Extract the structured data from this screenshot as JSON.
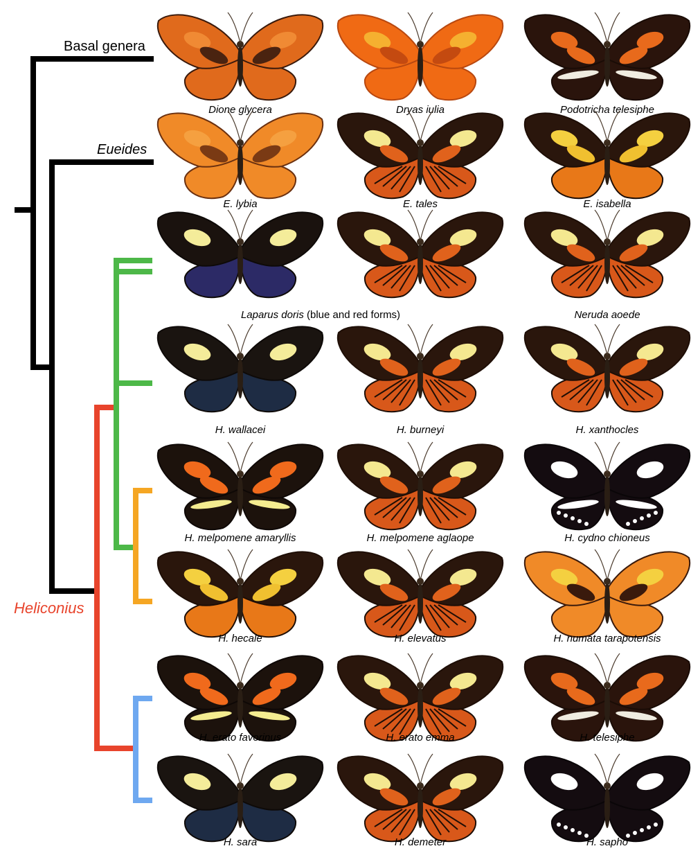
{
  "clade_labels": {
    "basal": "Basal genera",
    "eueides": "Eueides",
    "heliconius": "Heliconius"
  },
  "colors": {
    "black_clade": "#000000",
    "heliconius_red": "#e8442c",
    "green_clade": "#4db848",
    "orange_clade": "#f5a623",
    "blue_clade": "#6ea8f0"
  },
  "butterflies": [
    {
      "name": "Dione glycera",
      "pattern": "tiger-orange"
    },
    {
      "name": "Dryas iulia",
      "pattern": "plain-orange"
    },
    {
      "name": "Podotricha telesiphe",
      "pattern": "orange-bands-white-hind"
    },
    {
      "name": "E. lybia",
      "pattern": "orange-bands"
    },
    {
      "name": "E. tales",
      "pattern": "rayed-yellow"
    },
    {
      "name": "E. isabella",
      "pattern": "tiger-yellow"
    },
    {
      "name": "Laparus doris",
      "suffix": " (blue and red forms)",
      "pattern": "blue-hind-yellow"
    },
    {
      "name": "",
      "pattern": "rayed-yellow"
    },
    {
      "name": "Neruda aoede",
      "pattern": "rayed-yellow"
    },
    {
      "name": "H. wallacei",
      "pattern": "blue-yellow"
    },
    {
      "name": "H. burneyi",
      "pattern": "rayed-yellow"
    },
    {
      "name": "H. xanthocles",
      "pattern": "rayed-yellow"
    },
    {
      "name": "H. melpomene amaryllis",
      "pattern": "red-patch-yellow-bar"
    },
    {
      "name": "H. melpomene aglaope",
      "pattern": "rayed-yellow"
    },
    {
      "name": "H. cydno chioneus",
      "pattern": "white-band"
    },
    {
      "name": "H. hecale",
      "pattern": "tiger-yellow"
    },
    {
      "name": "H. elevatus",
      "pattern": "rayed-yellow"
    },
    {
      "name": "H. numata tarapotensis",
      "pattern": "tiger-orange-yellow"
    },
    {
      "name": "H. erato favorinus",
      "pattern": "red-patch-yellow-bar"
    },
    {
      "name": "H. erato emma",
      "pattern": "rayed-yellow"
    },
    {
      "name": "H. telesiphe",
      "pattern": "orange-bands-white-hind"
    },
    {
      "name": "H. sara",
      "pattern": "blue-yellow"
    },
    {
      "name": "H. demeter",
      "pattern": "rayed-yellow"
    },
    {
      "name": "H. sapho",
      "pattern": "white-margin"
    }
  ]
}
